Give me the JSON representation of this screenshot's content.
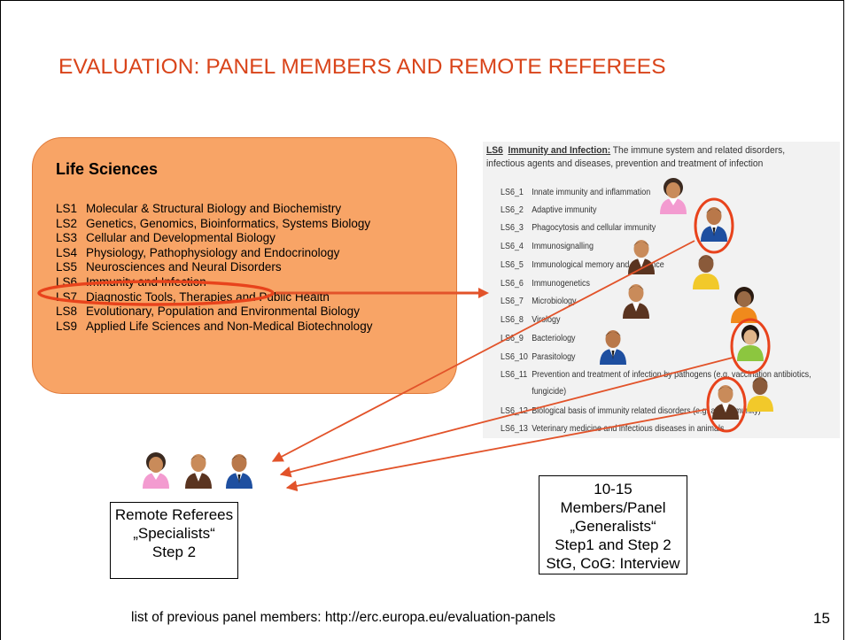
{
  "slide": {
    "title": "EVALUATION: PANEL MEMBERS AND REMOTE REFEREES",
    "page_number": "15",
    "footer": "list of previous panel members:  http://erc.europa.eu/evaluation-panels"
  },
  "life_sciences": {
    "heading": "Life Sciences",
    "items": [
      {
        "code": "LS1",
        "label": "Molecular & Structural Biology and Biochemistry"
      },
      {
        "code": "LS2",
        "label": "Genetics, Genomics, Bioinformatics, Systems Biology"
      },
      {
        "code": "LS3",
        "label": "Cellular and Developmental Biology"
      },
      {
        "code": "LS4",
        "label": "Physiology, Pathophysiology and Endocrinology"
      },
      {
        "code": "LS5",
        "label": "Neurosciences and Neural Disorders"
      },
      {
        "code": "LS6",
        "label": "Immunity and Infection"
      },
      {
        "code": "LS7",
        "label": "Diagnostic Tools, Therapies and Public Health"
      },
      {
        "code": "LS8",
        "label": "Evolutionary, Population and Environmental Biology"
      },
      {
        "code": "LS9",
        "label": "Applied Life Sciences and Non-Medical Biotechnology"
      }
    ]
  },
  "panel": {
    "code": "LS6",
    "name": "Immunity and Infection:",
    "description": " The immune system and related disorders, infectious agents and diseases, prevention and treatment of infection",
    "subpanels": [
      {
        "code": "LS6_1",
        "label": "Innate immunity and inflammation"
      },
      {
        "code": "LS6_2",
        "label": "Adaptive immunity"
      },
      {
        "code": "LS6_3",
        "label": "Phagocytosis and cellular immunity"
      },
      {
        "code": "LS6_4",
        "label": "Immunosignalling"
      },
      {
        "code": "LS6_5",
        "label": "Immunological memory and tolerance"
      },
      {
        "code": "LS6_6",
        "label": "Immunogenetics"
      },
      {
        "code": "LS6_7",
        "label": "Microbiology"
      },
      {
        "code": "LS6_8",
        "label": "Virology"
      },
      {
        "code": "LS6_9",
        "label": "Bacteriology"
      },
      {
        "code": "LS6_10",
        "label": "Parasitology"
      },
      {
        "code": "LS6_11",
        "label": "Prevention and treatment of infection by pathogens (e.g. vaccination antibiotics,"
      },
      {
        "code": "",
        "label": "fungicide)"
      },
      {
        "code": "LS6_12",
        "label": "Biological basis of immunity related disorders (e.g. autoimmunity)"
      },
      {
        "code": "LS6_13",
        "label": "Veterinary medicine and infectious diseases in animals"
      }
    ]
  },
  "referees_box": {
    "line1": "Remote Referees",
    "line2": "„Specialists“",
    "line3": "Step 2"
  },
  "members_box": {
    "line1": "10-15 Members/Panel",
    "line2": "„Generalists“",
    "line3": "Step1 and Step 2",
    "line4": "StG, CoG: Interview"
  },
  "colors": {
    "title": "#d9441a",
    "box_fill": "#f8a466",
    "highlight_ring": "#e8431c",
    "arrow": "#e2532a"
  },
  "icons": [
    "female-person-icon",
    "male-person-icon"
  ]
}
